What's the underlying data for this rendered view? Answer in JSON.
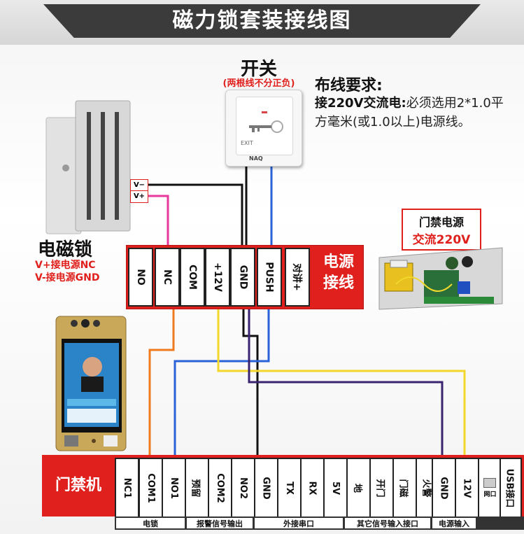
{
  "title": "磁力锁套装接线图",
  "switch": {
    "title": "开关",
    "note": "(两根线不分正负)",
    "brand": "NAQ",
    "exit_text": "EXIT"
  },
  "requirements": {
    "title": "布线要求:",
    "bold": "接220V交流电:",
    "text": "必须选用2*1.0平方毫米(或1.0以上)电源线。"
  },
  "lock": {
    "label": "电磁锁",
    "line1": "V+接电源NC",
    "line2": "V-接电源GND",
    "terminal_minus": "V−",
    "terminal_plus": "V+"
  },
  "power_strip": {
    "label_line1": "电源",
    "label_line2": "接线",
    "terminals": [
      "NO",
      "NC",
      "COM",
      "+12V",
      "GND",
      "PUSH",
      "对讲+"
    ]
  },
  "psu": {
    "line1": "门禁电源",
    "line2": "交流220V"
  },
  "access_control": {
    "label": "门禁机",
    "terminals": [
      "NC1",
      "COM1",
      "NO1",
      "预留",
      "COM2",
      "NO2",
      "GND",
      "TX",
      "RX",
      "5V",
      "地",
      "开门",
      "门磁",
      "火警",
      "GND",
      "12V",
      "网口",
      "USB接口"
    ],
    "groups": [
      "电锁",
      "报警信号输出",
      "外接串口",
      "其它信号输入接口",
      "电源输入"
    ]
  },
  "colors": {
    "red": "#e0201c",
    "wire_black": "#111111",
    "wire_blue": "#2a62d8",
    "wire_pink": "#e8389a",
    "wire_yellow": "#f2d82a",
    "wire_orange": "#f07a1e",
    "wire_purple": "#3a2470"
  }
}
